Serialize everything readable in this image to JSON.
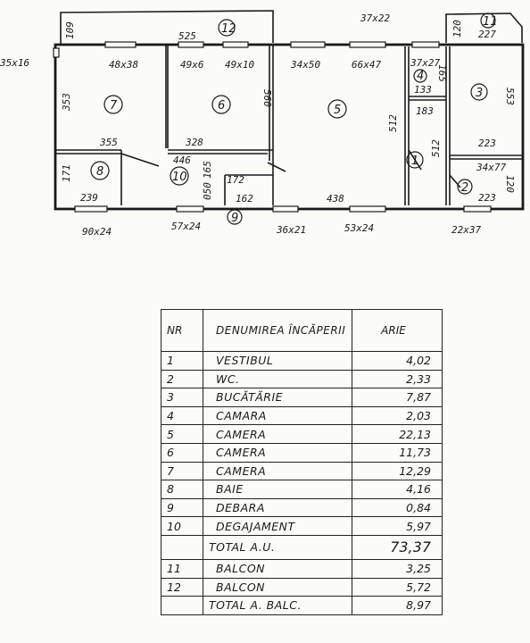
{
  "plan": {
    "labels": {
      "room_1": "1",
      "room_2": "2",
      "room_3": "3",
      "room_4": "4",
      "room_5": "5",
      "room_6": "6",
      "room_7": "7",
      "room_8": "8",
      "room_9": "9",
      "room_10": "10",
      "room_11": "11",
      "room_12": "12"
    },
    "dims": {
      "d_35x16": "35x16",
      "d_109": "109",
      "d_525": "525",
      "d_37x22": "37x22",
      "d_120_top": "120",
      "d_227": "227",
      "d_48x38": "48x38",
      "d_49x6": "49x6",
      "d_49x10": "49x10",
      "d_34x50": "34x50",
      "d_66x47": "66x47",
      "d_37x27": "37x27",
      "d_165_a": "165",
      "d_353": "353",
      "d_560": "560",
      "d_133": "133",
      "d_183": "183",
      "d_512_a": "512",
      "d_512_b": "512",
      "d_553": "553",
      "d_355": "355",
      "d_328": "328",
      "d_223_a": "223",
      "d_171": "171",
      "d_446": "446",
      "d_165_b": "165",
      "d_050": "050",
      "d_172": "172",
      "d_34x77": "34x77",
      "d_120_right": "120",
      "d_239": "239",
      "d_162": "162",
      "d_438": "438",
      "d_223_b": "223",
      "d_90x24": "90x24",
      "d_57x24": "57x24",
      "d_36x21": "36x21",
      "d_53x24": "53x24",
      "d_22x37": "22x37"
    }
  },
  "table": {
    "header": {
      "nr": "NR",
      "name": "DENUMIREA ÎNCĂPERII",
      "area": "ARIE"
    },
    "rows": [
      {
        "nr": "1",
        "name": "VESTIBUL",
        "area": "4,02"
      },
      {
        "nr": "2",
        "name": "WC.",
        "area": "2,33"
      },
      {
        "nr": "3",
        "name": "BUCĂTĂRIE",
        "area": "7,87"
      },
      {
        "nr": "4",
        "name": "CAMARA",
        "area": "2,03"
      },
      {
        "nr": "5",
        "name": "CAMERA",
        "area": "22,13"
      },
      {
        "nr": "6",
        "name": "CAMERA",
        "area": "11,73"
      },
      {
        "nr": "7",
        "name": "CAMERA",
        "area": "12,29"
      },
      {
        "nr": "8",
        "name": "BAIE",
        "area": "4,16"
      },
      {
        "nr": "9",
        "name": "DEBARA",
        "area": "0,84"
      },
      {
        "nr": "10",
        "name": "DEGAJAMENT",
        "area": "5,97"
      }
    ],
    "total_au": {
      "label": "TOTAL A.U.",
      "area": "73,37"
    },
    "balcony_rows": [
      {
        "nr": "11",
        "name": "BALCON",
        "area": "3,25"
      },
      {
        "nr": "12",
        "name": "BALCON",
        "area": "5,72"
      }
    ],
    "total_balc": {
      "label": "TOTAL A. BALC.",
      "area": "8,97"
    }
  }
}
